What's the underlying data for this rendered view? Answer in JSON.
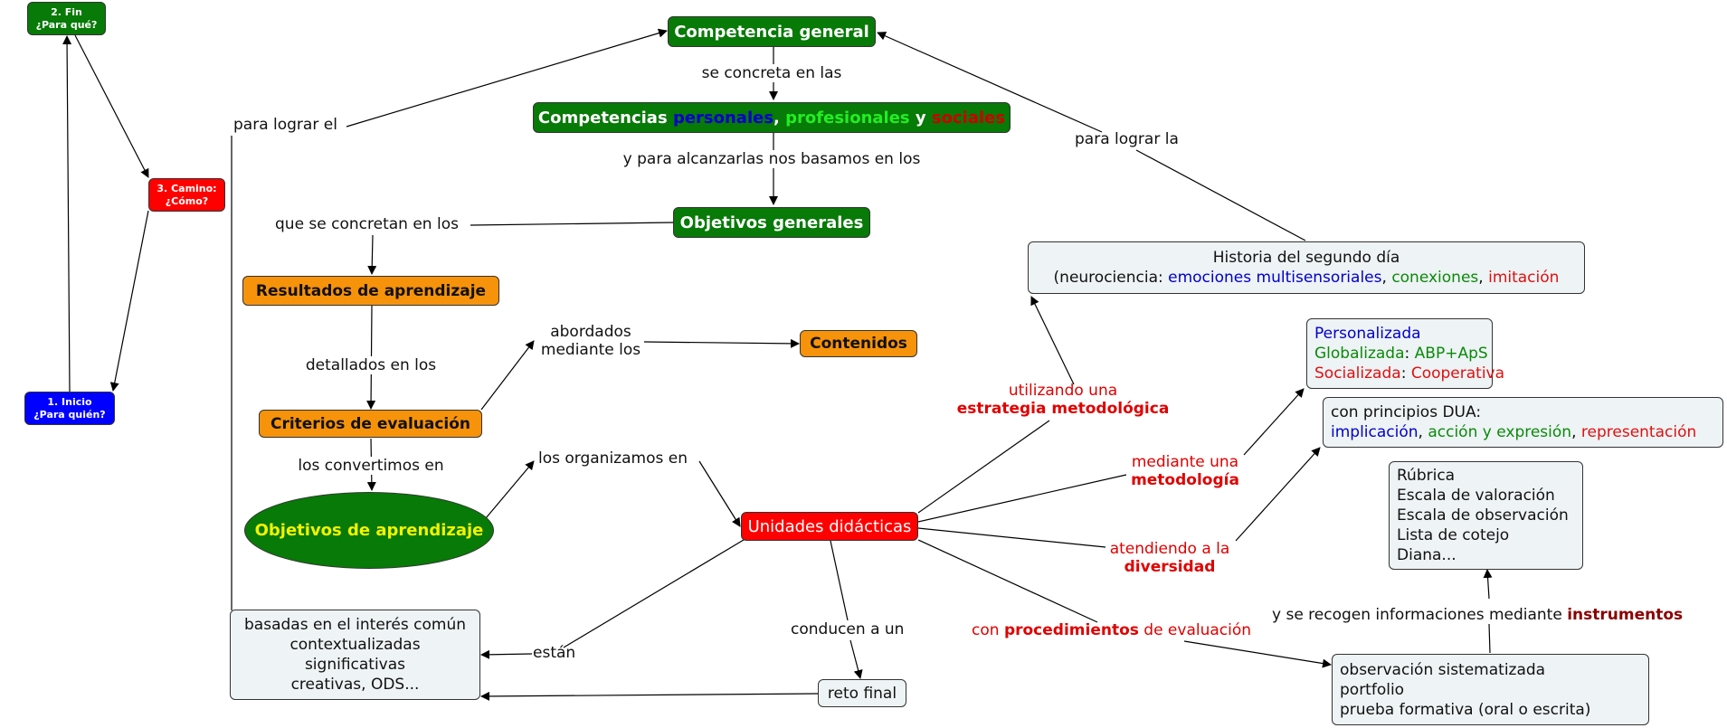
{
  "nodes": {
    "inicio": {
      "line1": "1. Inicio",
      "line2": "¿Para quién?"
    },
    "fin": {
      "line1": "2. Fin",
      "line2": "¿Para qué?"
    },
    "camino": {
      "line1": "3. Camino:",
      "line2": "¿Cómo?"
    },
    "competencia_general": "Competencia general",
    "competencias": {
      "prefix": "Competencias ",
      "personales": "personales",
      "sep1": ", ",
      "profesionales": "profesionales",
      "sep2": " y ",
      "sociales": "sociales"
    },
    "objetivos_generales": "Objetivos generales",
    "resultados": "Resultados de aprendizaje",
    "criterios": "Criterios de evaluación",
    "objetivos_aprendizaje": "Objetivos de aprendizaje",
    "contenidos": "Contenidos",
    "unidades": "Unidades didácticas",
    "basadas": [
      "basadas en el interés común",
      "contextualizadas",
      "significativas",
      "creativas, ODS..."
    ],
    "reto_final": "reto final",
    "historia": {
      "line1": "Historia del segundo día",
      "prefix": "(neurociencia: ",
      "emociones": "emociones multisensoriales",
      "sep1": ", ",
      "conexiones": "conexiones",
      "sep2": ", ",
      "imitacion": "imitación"
    },
    "metodologia": {
      "personalizada": "Personalizada",
      "globalizada": "Globalizada",
      "colon1": ": ",
      "abp": "ABP+ApS",
      "socializada": "Socializada",
      "colon2": ": ",
      "cooperativa": "Cooperativa"
    },
    "dua": {
      "line1": "con principios DUA:",
      "implicacion": "implicación",
      "sep1": ", ",
      "accion": "acción y expresión",
      "sep2": ", ",
      "representacion": "representación"
    },
    "instrumentos": [
      "Rúbrica",
      "Escala de valoración",
      "Escala de observación",
      "Lista de cotejo",
      "Diana..."
    ],
    "procedimientos": [
      "observación sistematizada",
      "portfolio",
      "prueba formativa (oral o escrita)"
    ]
  },
  "links": {
    "para_lograr_el": "para lograr el",
    "se_concreta": "se concreta en las",
    "alcanzarlas": "y para alcanzarlas nos basamos en los",
    "que_se_concretan": "que se concretan en los",
    "detallados": "detallados en los",
    "los_convertimos": "los convertimos en",
    "abordados": [
      "abordados",
      "mediante los"
    ],
    "organizamos": "los organizamos en",
    "estan": "están",
    "conducen": "conducen a un",
    "para_lograr_la": "para lograr la",
    "utilizando": {
      "line1": "utilizando una",
      "line2": "estrategia metodológica"
    },
    "mediante_una": {
      "line1": "mediante una",
      "line2": "metodología"
    },
    "atendiendo": {
      "line1": "atendiendo a la",
      "line2": "diversidad"
    },
    "procedimientos": {
      "pre": "con ",
      "bold": "procedimientos",
      "post": " de evaluación"
    },
    "recogen": {
      "pre": "y se recogen informaciones mediante ",
      "bold": "instrumentos"
    }
  },
  "colors": {
    "green_node": "#077a07",
    "orange_node": "#f7930a",
    "red_node": "#ff0000",
    "blue_node": "#0000ff",
    "pale_node": "#eef3f5",
    "ellipse_text": "#f3f300"
  }
}
